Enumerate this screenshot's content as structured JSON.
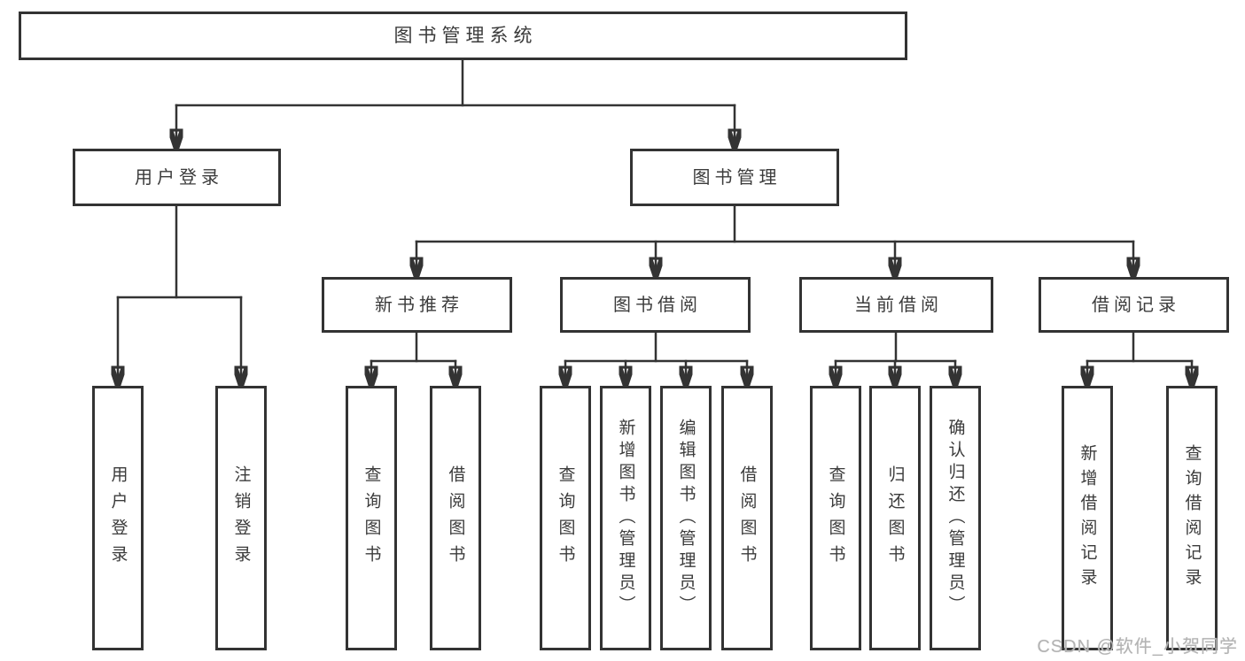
{
  "diagram": {
    "root": {
      "label": "图书管理系统"
    },
    "user_login": {
      "label": "用户登录",
      "children": {
        "login": {
          "label": "用户登录"
        },
        "logout": {
          "label": "注销登录"
        }
      }
    },
    "book_mgmt": {
      "label": "图书管理",
      "children": {
        "new_book": {
          "label": "新书推荐",
          "children": {
            "query_book": {
              "label": "查询图书"
            },
            "borrow_book": {
              "label": "借阅图书"
            }
          }
        },
        "book_borrow": {
          "label": "图书借阅",
          "children": {
            "query_book": {
              "label": "查询图书"
            },
            "add_book": {
              "label": "新增图书（管理员）"
            },
            "edit_book": {
              "label": "编辑图书（管理员）"
            },
            "borrow_book": {
              "label": "借阅图书"
            }
          }
        },
        "current_borrow": {
          "label": "当前借阅",
          "children": {
            "query_book": {
              "label": "查询图书"
            },
            "return_book": {
              "label": "归还图书"
            },
            "confirm_return": {
              "label": "确认归还（管理员）"
            }
          }
        },
        "borrow_records": {
          "label": "借阅记录",
          "children": {
            "add_record": {
              "label": "新增借阅记录"
            },
            "query_record": {
              "label": "查询借阅记录"
            }
          }
        }
      }
    }
  },
  "colors": {
    "line": "#333333",
    "text": "#3b3b3b",
    "watermark": "#b3b3b3",
    "background": "#ffffff"
  },
  "watermark": {
    "text": "CSDN @软件_小贺同学"
  }
}
